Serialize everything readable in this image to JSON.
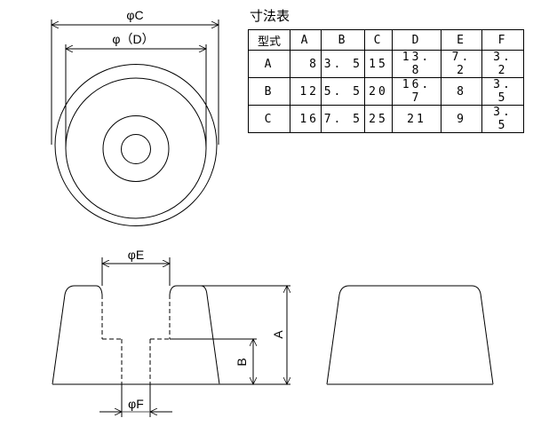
{
  "labels": {
    "phi_c": "φC",
    "phi_d": "φ（D）",
    "phi_e": "φE",
    "phi_f": "φF",
    "dim_a": "A",
    "dim_b": "B"
  },
  "table": {
    "title": "寸法表",
    "headers": [
      "型式",
      "A",
      "B",
      "C",
      "D",
      "E",
      "F"
    ],
    "rows": [
      [
        "A",
        "8",
        "3. 5",
        "15",
        "13. 8",
        "7. 2",
        "3. 2"
      ],
      [
        "B",
        "12",
        "5. 5",
        "20",
        "16. 7",
        "8",
        "3. 5"
      ],
      [
        "C",
        "16",
        "7. 5",
        "25",
        "21",
        "9",
        "3. 5"
      ]
    ]
  }
}
